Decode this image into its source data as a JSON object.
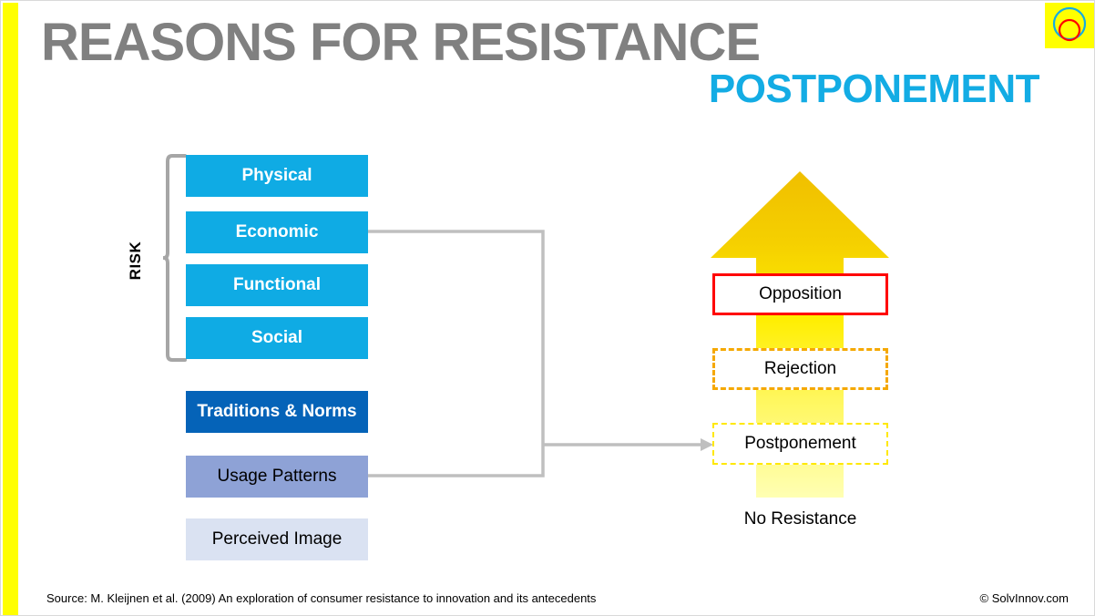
{
  "slide": {
    "title_main": "REASONS FOR RESISTANCE",
    "title_sub": "POSTPONEMENT",
    "colors": {
      "accent_bar": "#ffff00",
      "title_main": "#808080",
      "title_sub": "#13ace4",
      "risk_box": "#0fabe4",
      "traditions_box": "#0563b8",
      "usage_box": "#8ea2d6",
      "perceived_box": "#dae2f2",
      "arrow_top": "#f0c000",
      "arrow_bottom": "#ffffa8",
      "opposition_border": "#ff0000",
      "rejection_border": "#f5a800",
      "postponement_border": "#ffe800",
      "connector_line": "#bfbfbf"
    }
  },
  "logo": {
    "name": "solvinnov-logo",
    "background": "#ffff00",
    "outer_circle_color": "#13ace4",
    "inner_circle_color": "#ff0000"
  },
  "left_group": {
    "bracket_label": "RISK",
    "risk_items": [
      {
        "label": "Physical",
        "style": "cyan"
      },
      {
        "label": "Economic",
        "style": "cyan"
      },
      {
        "label": "Functional",
        "style": "cyan"
      },
      {
        "label": "Social",
        "style": "cyan"
      }
    ],
    "other_items": [
      {
        "label": "Traditions & Norms",
        "style": "darkblue"
      },
      {
        "label": "Usage Patterns",
        "style": "midblue"
      },
      {
        "label": "Perceived Image",
        "style": "paleblue"
      }
    ]
  },
  "right_group": {
    "stages": [
      {
        "label": "Opposition",
        "style": "opposition",
        "border": "solid red"
      },
      {
        "label": "Rejection",
        "style": "rejection",
        "border": "dashed orange"
      },
      {
        "label": "Postponement",
        "style": "postponement",
        "border": "dash-dot yellow"
      },
      {
        "label": "No Resistance",
        "style": "plain",
        "border": "none"
      }
    ]
  },
  "connections": [
    {
      "from": "Economic",
      "to": "Postponement"
    },
    {
      "from": "Usage Patterns",
      "to": "Postponement"
    }
  ],
  "footer": {
    "source": "Source: M. Kleijnen et al. (2009) An exploration of consumer resistance to innovation and its antecedents",
    "copyright": "© SolvInnov.com"
  }
}
